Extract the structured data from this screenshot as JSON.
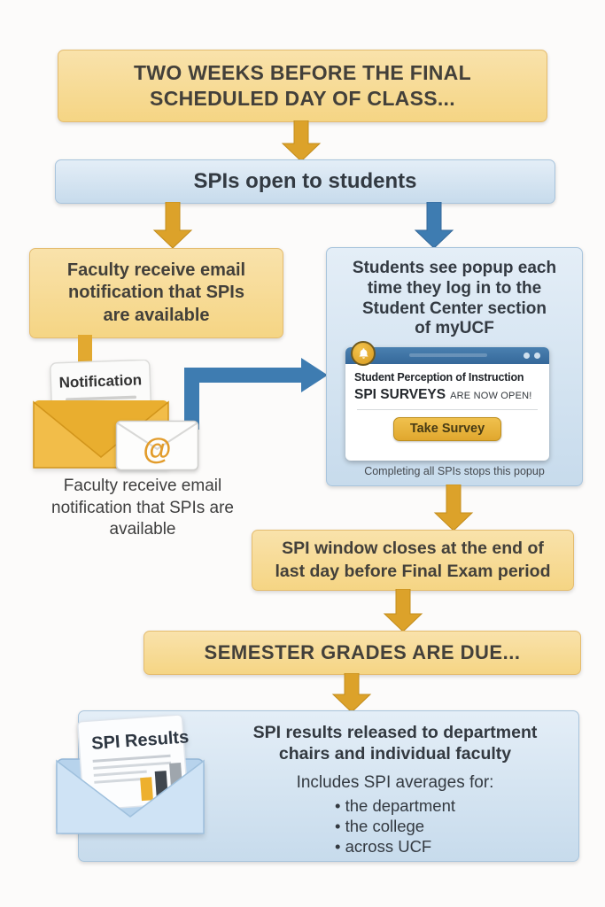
{
  "colors": {
    "gold_arrow": "#d9a127",
    "blue_arrow": "#3e7cb1",
    "yellow_box": "#f7d98e",
    "light_blue_box": "#cfe0ee",
    "popup_titlebar": "#3a70a1",
    "button_gold": "#e9b33c"
  },
  "icons": {
    "bell": "bell-icon",
    "gold_envelope": "notification-envelope-icon",
    "at_envelope": "email-at-icon",
    "blue_envelope": "results-envelope-icon"
  },
  "box_two_weeks": {
    "line1": "TWO WEEKS BEFORE THE FINAL",
    "line2": "SCHEDULED DAY OF CLASS..."
  },
  "box_spis_open": {
    "label": "SPIs open to students"
  },
  "box_faculty_email": {
    "line1": "Faculty receive email",
    "line2": "notification that SPIs",
    "line3": "are available"
  },
  "notification_paper": {
    "label": "Notification"
  },
  "at_symbol": "@",
  "envelope_caption": {
    "line1": "Faculty receive email",
    "line2": "notification that SPIs are",
    "line3": "available"
  },
  "box_students_popup": {
    "line1": "Students see popup each",
    "line2": "time they log in to the",
    "line3": "Student Center section",
    "line4": "of myUCF"
  },
  "popup": {
    "heading": "Student Perception of Instruction",
    "status_bold": "SPI SURVEYS",
    "status_rest": "ARE NOW OPEN!",
    "button_label": "Take Survey",
    "footnote": "Completing all SPIs stops this popup"
  },
  "box_window_closes": {
    "line1": "SPI window closes at the end of",
    "line2": "last day before Final Exam period"
  },
  "box_grades_due": {
    "label": "SEMESTER GRADES ARE DUE..."
  },
  "results_paper": {
    "label": "SPI Results"
  },
  "box_results": {
    "line1": "SPI results released to department",
    "line2": "chairs and individual faculty",
    "subheading": "Includes SPI averages for:",
    "bullet1": "• the department",
    "bullet2": "• the college",
    "bullet3": "• across UCF"
  }
}
